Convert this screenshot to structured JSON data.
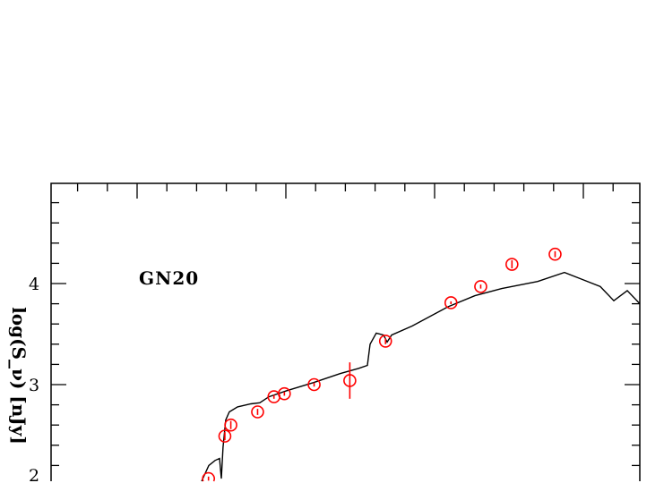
{
  "chart_data": {
    "type": "line",
    "title": "",
    "annotation": "GN20",
    "xlabel": "",
    "ylabel": "log(S_ν) [nJy]",
    "xlim": [
      0.42,
      4.38
    ],
    "ylim": [
      1.8,
      4.99
    ],
    "y_ticks": [
      {
        "value": 4,
        "label": "4"
      },
      {
        "value": 3,
        "label": "3"
      },
      {
        "value": 2,
        "label": "2"
      }
    ],
    "y_minor_step": 0.2,
    "x_major_ticks": [
      1,
      2,
      3,
      4
    ],
    "x_minor_step": 0.2,
    "grid": false,
    "colors": {
      "model": "#000000",
      "photometry": "#ff0000",
      "axes": "#000000"
    },
    "series": [
      {
        "kind": "model-curve",
        "x": [
          1.434,
          1.482,
          1.524,
          1.554,
          1.566,
          1.578,
          1.596,
          1.62,
          1.675,
          1.765,
          1.825,
          1.886,
          2.006,
          2.187,
          2.367,
          2.488,
          2.548,
          2.566,
          2.608,
          2.657,
          2.681,
          2.711,
          2.849,
          3.09,
          3.271,
          3.452,
          3.693,
          3.873,
          3.994,
          4.114,
          4.205,
          4.295,
          4.38
        ],
        "y": [
          2.03,
          2.2,
          2.25,
          2.27,
          2.07,
          2.38,
          2.65,
          2.73,
          2.78,
          2.81,
          2.82,
          2.88,
          2.94,
          3.02,
          3.11,
          3.16,
          3.19,
          3.4,
          3.51,
          3.49,
          3.42,
          3.49,
          3.58,
          3.77,
          3.88,
          3.95,
          4.02,
          4.11,
          4.04,
          3.97,
          3.83,
          3.93,
          3.8
        ]
      },
      {
        "kind": "photometry-points",
        "x": [
          1.48,
          1.59,
          1.63,
          1.81,
          1.92,
          1.99,
          2.19,
          2.43,
          2.67,
          3.11,
          3.31,
          3.52,
          3.81
        ],
        "y": [
          2.07,
          2.49,
          2.6,
          2.73,
          2.88,
          2.91,
          3.0,
          3.04,
          3.43,
          3.81,
          3.97,
          4.19,
          4.29
        ],
        "yerr": [
          0.02,
          0.04,
          0.04,
          0.03,
          0.02,
          0.02,
          0.02,
          0.18,
          0.03,
          0.01,
          0.02,
          0.04,
          0.03
        ]
      }
    ]
  }
}
